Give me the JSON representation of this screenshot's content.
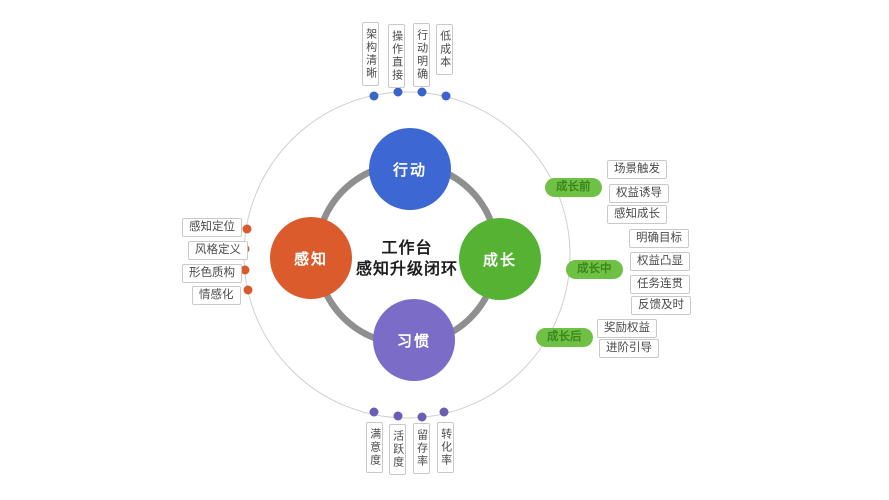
{
  "title": {
    "line1": "工作台",
    "line2": "感知升级闭环"
  },
  "nodes": {
    "action": {
      "label": "行动",
      "color": "#3d68d4"
    },
    "perception": {
      "label": "感知",
      "color": "#dc5b2d"
    },
    "growth": {
      "label": "成长",
      "color": "#55b233"
    },
    "habit": {
      "label": "习惯",
      "color": "#7b6cc7"
    }
  },
  "top_labels": [
    "架构清晰",
    "操作直接",
    "行动明确",
    "低成本"
  ],
  "left_labels": [
    "感知定位",
    "风格定义",
    "形色质构",
    "情感化"
  ],
  "bottom_labels": [
    "满意度",
    "活跃度",
    "留存率",
    "转化率"
  ],
  "stages": [
    {
      "label": "成长前",
      "items": [
        "场景触发",
        "权益诱导",
        "感知成长"
      ]
    },
    {
      "label": "成长中",
      "items": [
        "明确目标",
        "权益凸显",
        "任务连贯",
        "反馈及时"
      ]
    },
    {
      "label": "成长后",
      "items": [
        "奖励权益",
        "进阶引导"
      ]
    }
  ],
  "colors": {
    "stage_pill_bg": "#6ec145",
    "stage_pill_text": "#3c871c",
    "inner_ring": "#8f8f8f",
    "outer_circle": "#cfcfcf",
    "dot_top": "#3c63cc",
    "dot_left": "#d85b2b",
    "dot_bottom": "#6b5cb5"
  }
}
